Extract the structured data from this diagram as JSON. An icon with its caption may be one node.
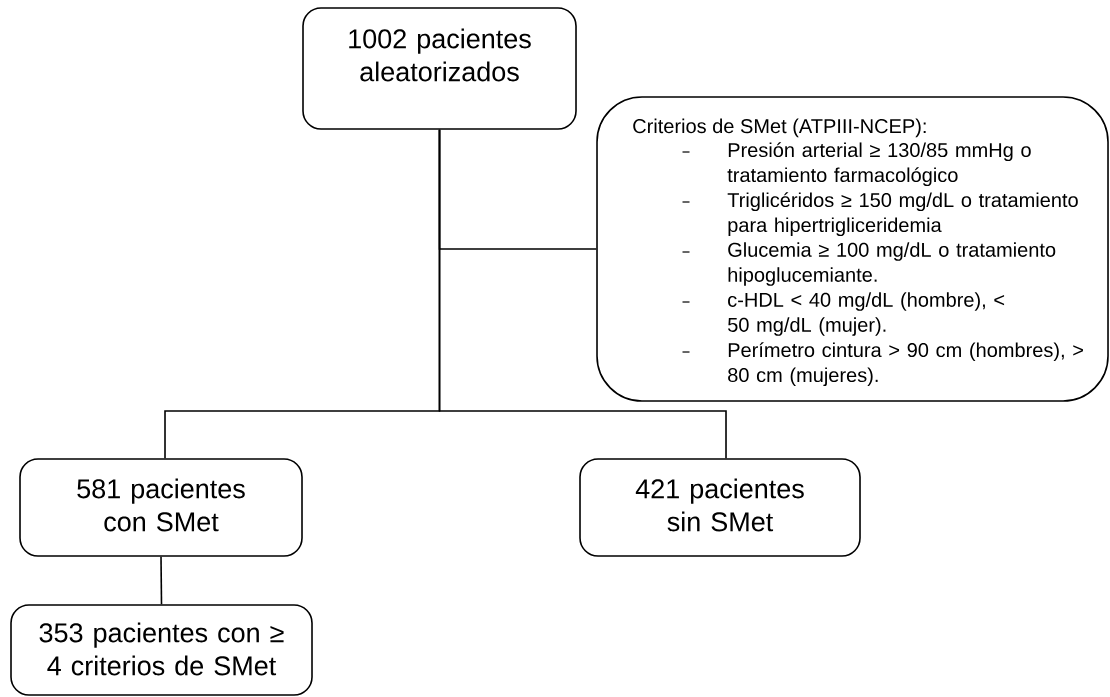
{
  "diagram": {
    "nodes": [
      {
        "text": [
          "1002 pacientes aleatorizados"
        ]
      },
      {
        "text": [
          "Criterios de SMet (ATPIII-NCEP):",
          "Presión arterial ≥ 130/85 mmHg o tratamiento farmacológico",
          "Triglicéridos ≥ 150 mg/dL o tratamiento para hipertrigliceridemia",
          "Glucemia ≥ 100 mg/dL o tratamiento hipoglucemiante.",
          "c-HDL < 40 mg/dL (hombre), < 50 mg/dL (mujer).",
          "Perímetro cintura > 90 cm (hombres), > 80 cm (mujeres)."
        ]
      },
      {
        "text": [
          "581 pacientes con SMet"
        ]
      },
      {
        "text": [
          "421 pacientes sin SMet"
        ]
      },
      {
        "text": [
          "353 pacientes con ≥ 4 criterios de SMet"
        ]
      }
    ],
    "edges": [
      {
        "from": 0,
        "to": 1,
        "arrow": "none"
      },
      {
        "from": 0,
        "to": 2,
        "arrow": "none"
      },
      {
        "from": 0,
        "to": 3,
        "arrow": "none"
      },
      {
        "from": 2,
        "to": 4,
        "arrow": "none"
      }
    ]
  }
}
